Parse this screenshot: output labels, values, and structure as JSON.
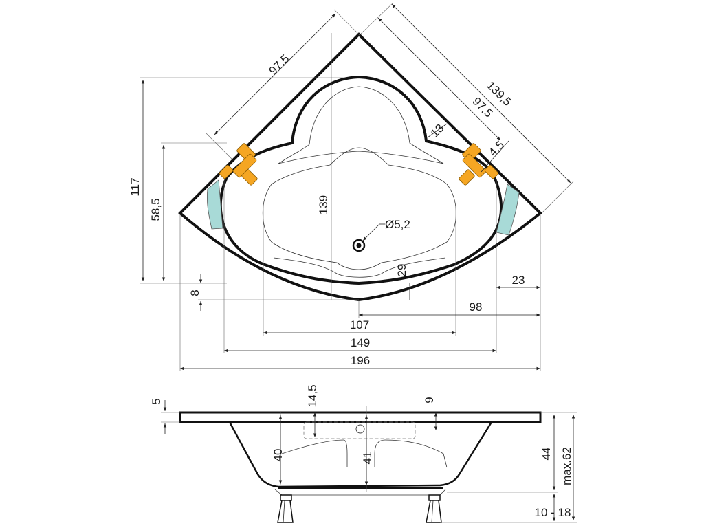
{
  "top_view": {
    "dims": {
      "side_a": "97,5",
      "diag_outer": "139,5",
      "side_b": "97,5",
      "rim_13": "13",
      "offset_45": "4,5",
      "height_117": "117",
      "height_585": "58,5",
      "depth_139": "139",
      "drain": "Ø5,2",
      "drain_29": "29",
      "small_8": "8",
      "small_23": "23",
      "width_98": "98",
      "width_107": "107",
      "width_149": "149",
      "width_196": "196"
    }
  },
  "side_view": {
    "dims": {
      "rim_5": "5",
      "offset_145": "14,5",
      "offset_9": "9",
      "depth_40": "40",
      "depth_41": "41",
      "height_44": "44",
      "max_62": "max.62",
      "legs": "10 - 18"
    }
  },
  "colors": {
    "fitting": "#F5A623",
    "panel": "#A8DAD7",
    "outline": "#111111"
  }
}
